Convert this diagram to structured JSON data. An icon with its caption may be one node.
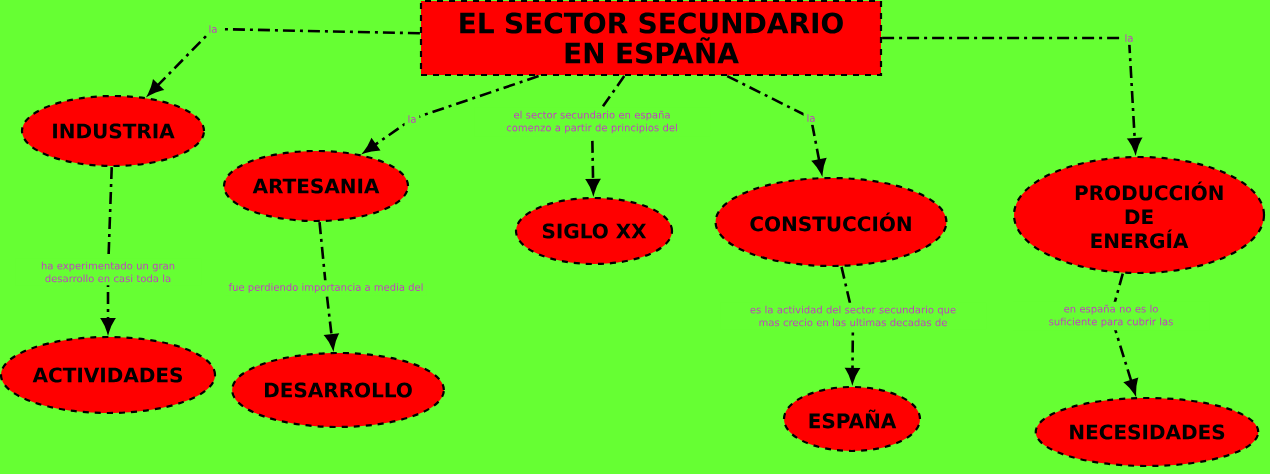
{
  "diagram": {
    "nodes": [
      {
        "text": [
          "EL SECTOR SECUNDARIO EN ESPAÑA"
        ]
      },
      {
        "text": [
          "INDUSTRIA"
        ]
      },
      {
        "text": [
          "ARTESANIA"
        ]
      },
      {
        "text": [
          "SIGLO XX"
        ]
      },
      {
        "text": [
          "CONSTUCCIÓN"
        ]
      },
      {
        "text": [
          "PRODUCCIÓN DE ENERGÍA"
        ]
      },
      {
        "text": [
          "ACTIVIDADES"
        ]
      },
      {
        "text": [
          "DESARROLLO"
        ]
      },
      {
        "text": [
          "ESPAÑA"
        ]
      },
      {
        "text": [
          "NECESIDADES"
        ]
      }
    ],
    "edges": [
      {
        "from": 0,
        "to": 1,
        "arrow": "to",
        "label": "la"
      },
      {
        "from": 0,
        "to": 2,
        "arrow": "to",
        "label": "la"
      },
      {
        "from": 0,
        "to": 3,
        "arrow": "to",
        "label": "el sector secundario en españa comenzo a partir de principios del"
      },
      {
        "from": 0,
        "to": 4,
        "arrow": "to",
        "label": "la"
      },
      {
        "from": 0,
        "to": 5,
        "arrow": "to",
        "label": "la"
      },
      {
        "from": 1,
        "to": 6,
        "arrow": "to",
        "label": "ha experimentado un gran desarrollo en casi toda la"
      },
      {
        "from": 2,
        "to": 7,
        "arrow": "to",
        "label": "fue perdiendo importancia a media del"
      },
      {
        "from": 4,
        "to": 8,
        "arrow": "to",
        "label": "es la actividad del sector secundario que mas crecio en las ultimas decadas de"
      },
      {
        "from": 5,
        "to": 9,
        "arrow": "to",
        "label": "en españa no es lo suficiente para cubrir las"
      }
    ]
  }
}
